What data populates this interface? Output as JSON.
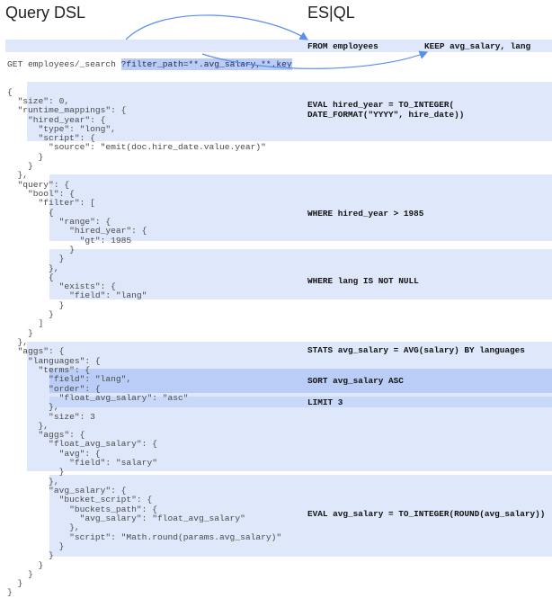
{
  "titles": {
    "left": "Query DSL",
    "right": "ES|QL"
  },
  "request": {
    "prefix": "GET employees/_search ",
    "filter_path": "?filter_path=**.avg_salary,**.key"
  },
  "dsl_lines": [
    "{",
    "  \"size\": 0,",
    "  \"runtime_mappings\": {",
    "    \"hired_year\": {",
    "      \"type\": \"long\",",
    "      \"script\": {",
    "        \"source\": \"emit(doc.hire_date.value.year)\"",
    "      }",
    "    }",
    "  },",
    "  \"query\": {",
    "    \"bool\": {",
    "      \"filter\": [",
    "        {",
    "          \"range\": {",
    "            \"hired_year\": {",
    "              \"gt\": 1985",
    "            }",
    "          }",
    "        },",
    "        {",
    "          \"exists\": {",
    "            \"field\": \"lang\"",
    "          }",
    "        }",
    "      ]",
    "    }",
    "  },",
    "  \"aggs\": {",
    "    \"languages\": {",
    "      \"terms\": {",
    "        \"field\": \"lang\",",
    "        \"order\": {",
    "          \"float_avg_salary\": \"asc\"",
    "        },",
    "        \"size\": 3",
    "      },",
    "      \"aggs\": {",
    "        \"float_avg_salary\": {",
    "          \"avg\": {",
    "            \"field\": \"salary\"",
    "          }",
    "        },",
    "        \"avg_salary\": {",
    "          \"bucket_script\": {",
    "            \"buckets_path\": {",
    "              \"avg_salary\": \"float_avg_salary\"",
    "            },",
    "            \"script\": \"Math.round(params.avg_salary)\"",
    "          }",
    "        }",
    "      }",
    "    }",
    "  }",
    "}"
  ],
  "esql": {
    "from": "FROM employees",
    "keep": "KEEP avg_salary, lang",
    "eval_hired_1": "EVAL hired_year = TO_INTEGER(",
    "eval_hired_2": "DATE_FORMAT(\"YYYY\", hire_date))",
    "where_hired": "WHERE hired_year > 1985",
    "where_lang": "WHERE lang IS NOT NULL",
    "stats": "STATS avg_salary = AVG(salary) BY languages",
    "sort": "SORT avg_salary ASC",
    "limit": "LIMIT 3",
    "eval_avg": "EVAL avg_salary = TO_INTEGER(ROUND(avg_salary))"
  },
  "colors": {
    "band_light": "#dfe8fb",
    "band_dark": "#b9cdf6",
    "arrow": "#5b8def"
  }
}
